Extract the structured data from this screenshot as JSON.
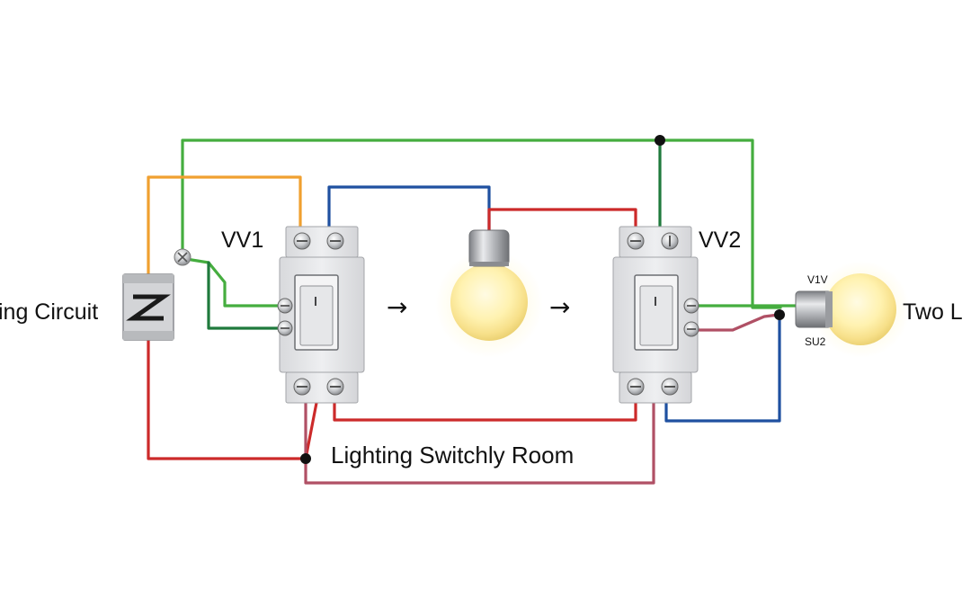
{
  "labels": {
    "left_circuit": "ing Circuit",
    "switch1": "VV1",
    "switch2": "VV2",
    "room_caption": "Lighting Switchly Room",
    "right_lamp": "Two L",
    "socket_top": "V1V",
    "socket_bottom": "SU2",
    "arrow1": "→",
    "arrow2": "→"
  },
  "colors": {
    "wire_green": "#45ad3f",
    "wire_dark_green": "#1f7a3c",
    "wire_orange": "#f0a030",
    "wire_blue": "#1f50a0",
    "wire_red": "#cc2a2a",
    "wire_maroon": "#b05065",
    "switch_body": "#e7e8ea",
    "bulb_glow": "#fff4c2",
    "junction_dot": "#111111"
  },
  "icons": {
    "switch1": "two-way-switch-icon",
    "switch2": "two-way-switch-icon",
    "center_bulb": "light-bulb-icon",
    "right_bulb": "light-bulb-icon",
    "source": "circuit-breaker-icon"
  }
}
